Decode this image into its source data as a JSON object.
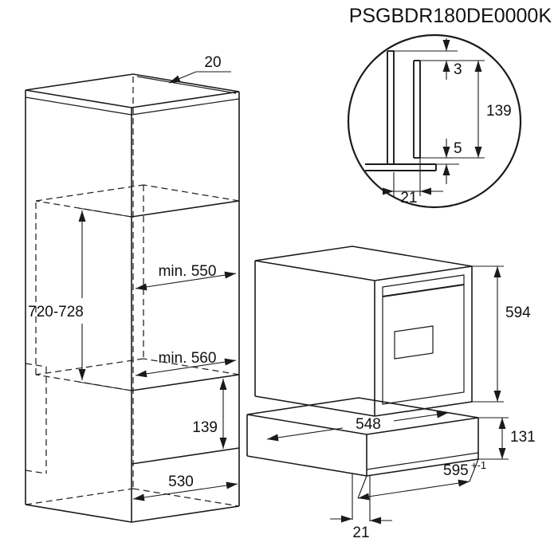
{
  "title": "PSGBDR180DE0000K",
  "colors": {
    "ink": "#1a1a1a",
    "background": "#ffffff"
  },
  "cabinet": {
    "top_clearance": "20",
    "niche_height": "720-728",
    "niche_depth": "min. 550",
    "niche_width": "min. 560",
    "front_panel_height": "139",
    "cutout_width": "530"
  },
  "oven": {
    "height": "594",
    "body_width": "548",
    "lower_height": "131",
    "front_width": "595",
    "front_width_tolerance": "+-1",
    "front_overhang": "21"
  },
  "detail": {
    "top_gap": "3",
    "front_height": "139",
    "bottom_overlap": "5",
    "front_depth": "21"
  }
}
